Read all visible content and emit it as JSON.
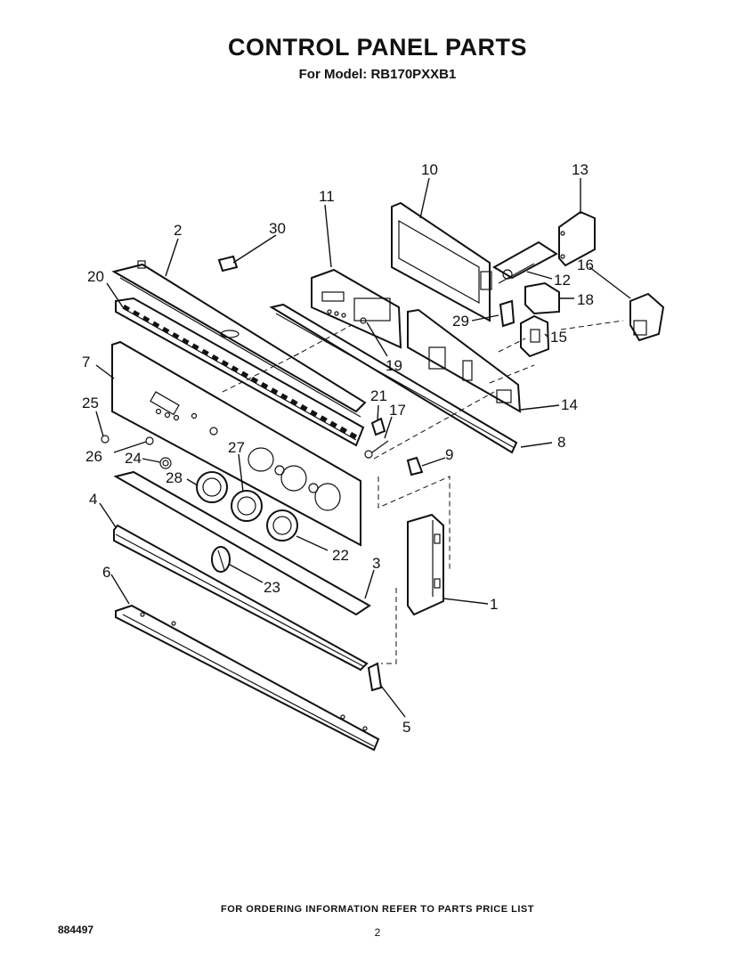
{
  "header": {
    "title": "CONTROL PANEL PARTS",
    "subtitle": "For Model: RB170PXXB1"
  },
  "footer": {
    "note": "FOR ORDERING INFORMATION REFER TO PARTS PRICE LIST",
    "doc_number": "884497",
    "page_number": "2"
  },
  "callouts": {
    "c1": "1",
    "c2": "2",
    "c3": "3",
    "c4": "4",
    "c5": "5",
    "c6": "6",
    "c7": "7",
    "c8": "8",
    "c9": "9",
    "c10": "10",
    "c11": "11",
    "c12": "12",
    "c13": "13",
    "c14": "14",
    "c15": "15",
    "c16": "16",
    "c17": "17",
    "c18": "18",
    "c19": "19",
    "c20": "20",
    "c21": "21",
    "c22": "22",
    "c23": "23",
    "c24": "24",
    "c25": "25",
    "c26": "26",
    "c27": "27",
    "c28": "28",
    "c29": "29",
    "c30": "30"
  }
}
